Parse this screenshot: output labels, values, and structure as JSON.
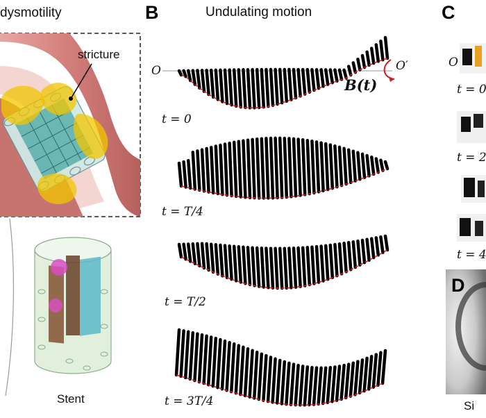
{
  "panel_a": {
    "title": "dysmotility",
    "stricture_label": "stricture",
    "stent_label": "Stent"
  },
  "panel_b": {
    "letter": "B",
    "title": "Undulating motion",
    "axis_start": "O",
    "axis_end": "O′",
    "field_label": "B(t)",
    "time_labels": [
      "t = 0",
      "t = T/4",
      "t = T/2",
      "t = 3T/4"
    ]
  },
  "panel_c": {
    "letter": "C",
    "axis_label": "O",
    "time_labels": [
      "t = 0",
      "t = 2",
      "t = 4"
    ]
  },
  "panel_d": {
    "letter": "D",
    "caption": "Si"
  },
  "colors": {
    "tissue": "#d98a8a",
    "tissue_dark": "#b85a5a",
    "stricture_yellow": "#f2c500",
    "stent_teal": "#3e9c9a",
    "rod_black": "#000000",
    "envelope_red": "#d62020",
    "field_arrow_red": "#cc1f1f"
  }
}
